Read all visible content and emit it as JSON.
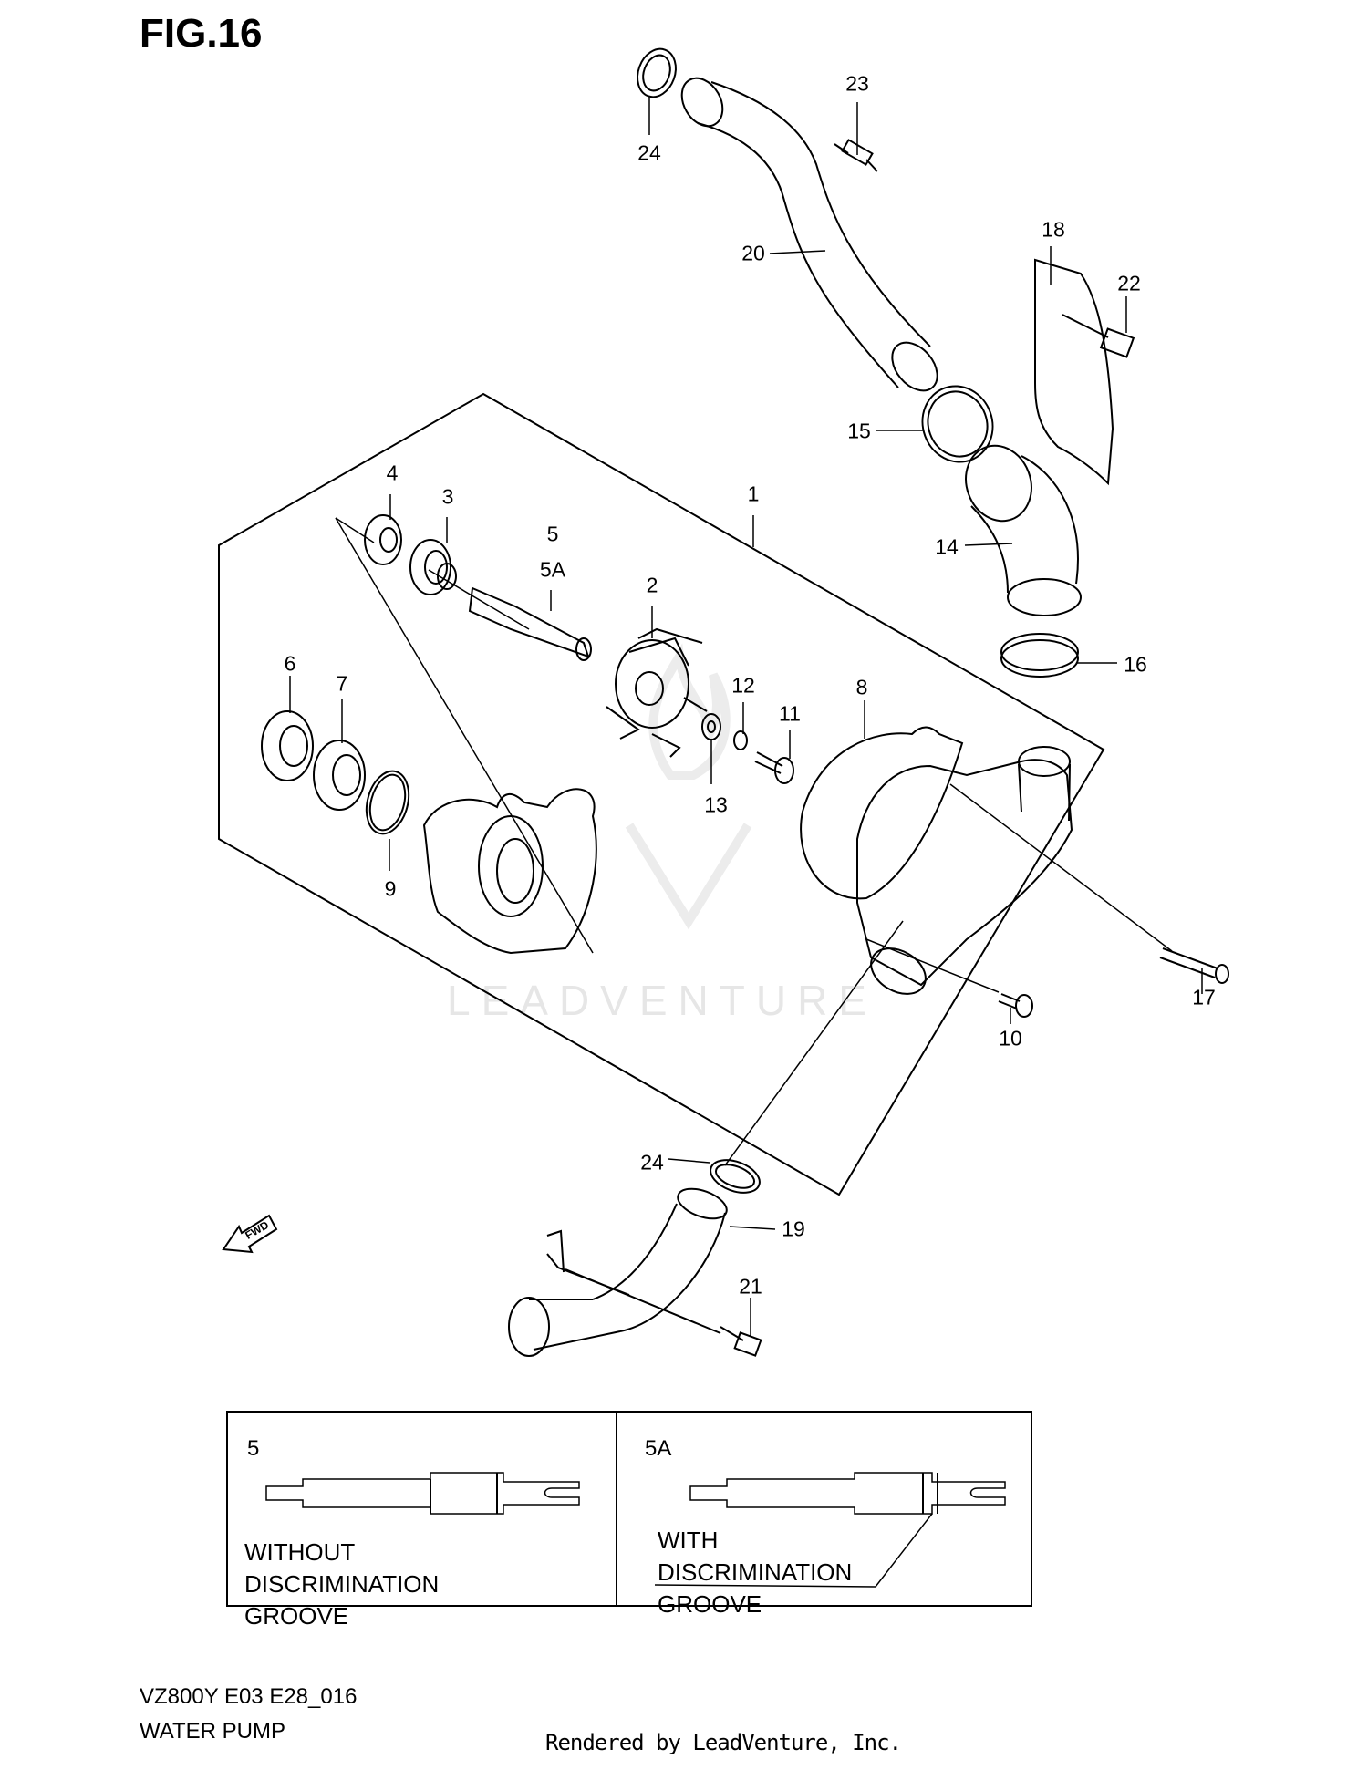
{
  "figure": {
    "title": "FIG.16"
  },
  "part_labels": [
    {
      "id": "23",
      "text": "23"
    },
    {
      "id": "24a",
      "text": "24"
    },
    {
      "id": "18",
      "text": "18"
    },
    {
      "id": "22",
      "text": "22"
    },
    {
      "id": "20",
      "text": "20"
    },
    {
      "id": "15",
      "text": "15"
    },
    {
      "id": "1",
      "text": "1"
    },
    {
      "id": "4",
      "text": "4"
    },
    {
      "id": "3",
      "text": "3"
    },
    {
      "id": "5",
      "text": "5"
    },
    {
      "id": "5A",
      "text": "5A"
    },
    {
      "id": "14",
      "text": "14"
    },
    {
      "id": "2",
      "text": "2"
    },
    {
      "id": "16",
      "text": "16"
    },
    {
      "id": "6",
      "text": "6"
    },
    {
      "id": "7",
      "text": "7"
    },
    {
      "id": "12",
      "text": "12"
    },
    {
      "id": "8",
      "text": "8"
    },
    {
      "id": "11",
      "text": "11"
    },
    {
      "id": "13",
      "text": "13"
    },
    {
      "id": "9",
      "text": "9"
    },
    {
      "id": "17",
      "text": "17"
    },
    {
      "id": "10",
      "text": "10"
    },
    {
      "id": "24b",
      "text": "24"
    },
    {
      "id": "19",
      "text": "19"
    },
    {
      "id": "21",
      "text": "21"
    }
  ],
  "fwd_arrow": {
    "text": "FWD"
  },
  "detail_box": {
    "left": {
      "heading": "5",
      "text": "WITHOUT\nDISCRIMINATION\nGROOVE"
    },
    "right": {
      "heading": "5A",
      "text": "WITH\nDISCRIMINATION\nGROOVE"
    }
  },
  "footer": {
    "model": "VZ800Y E03 E28_016",
    "name": "WATER PUMP",
    "rendered_by": "Rendered by LeadVenture, Inc."
  },
  "watermark": {
    "text": "LEADVENTURE"
  }
}
